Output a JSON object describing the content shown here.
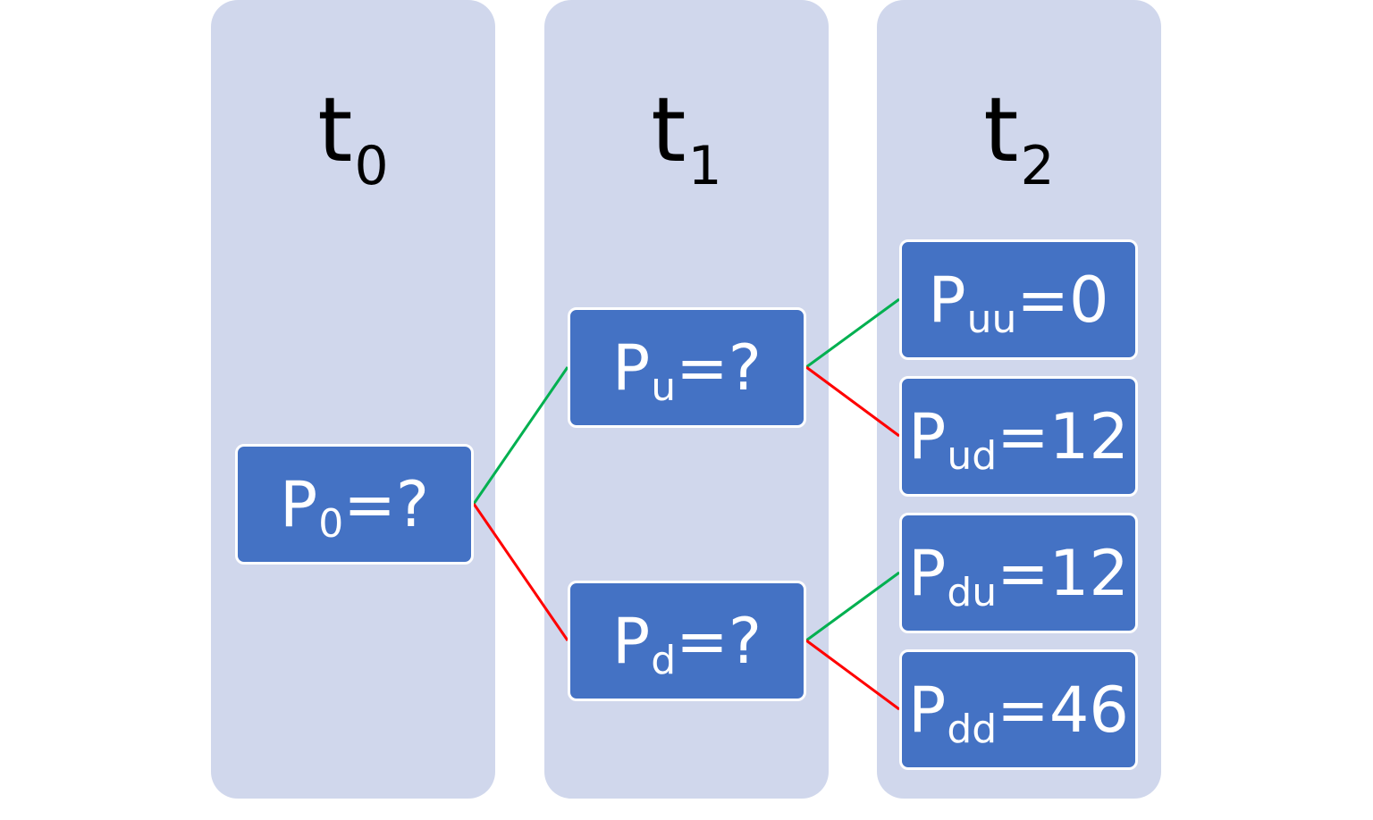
{
  "columns": [
    {
      "symbol": "t",
      "subscript": "0"
    },
    {
      "symbol": "t",
      "subscript": "1"
    },
    {
      "symbol": "t",
      "subscript": "2"
    }
  ],
  "nodes": {
    "p0": {
      "symbol": "P",
      "subscript": "0",
      "value": "=?"
    },
    "pu": {
      "symbol": "P",
      "subscript": "u",
      "value": "=?"
    },
    "pd": {
      "symbol": "P",
      "subscript": "d",
      "value": "=?"
    },
    "puu": {
      "symbol": "P",
      "subscript": "uu",
      "value": "=0"
    },
    "pud": {
      "symbol": "P",
      "subscript": "ud",
      "value": "=12"
    },
    "pdu": {
      "symbol": "P",
      "subscript": "du",
      "value": "=12"
    },
    "pdd": {
      "symbol": "P",
      "subscript": "dd",
      "value": "=46"
    }
  },
  "colors": {
    "column_background": "#d0d7ec",
    "node_fill": "#4472c4",
    "node_border": "#ffffff",
    "up_branch": "#00b050",
    "down_branch": "#ff0000"
  }
}
